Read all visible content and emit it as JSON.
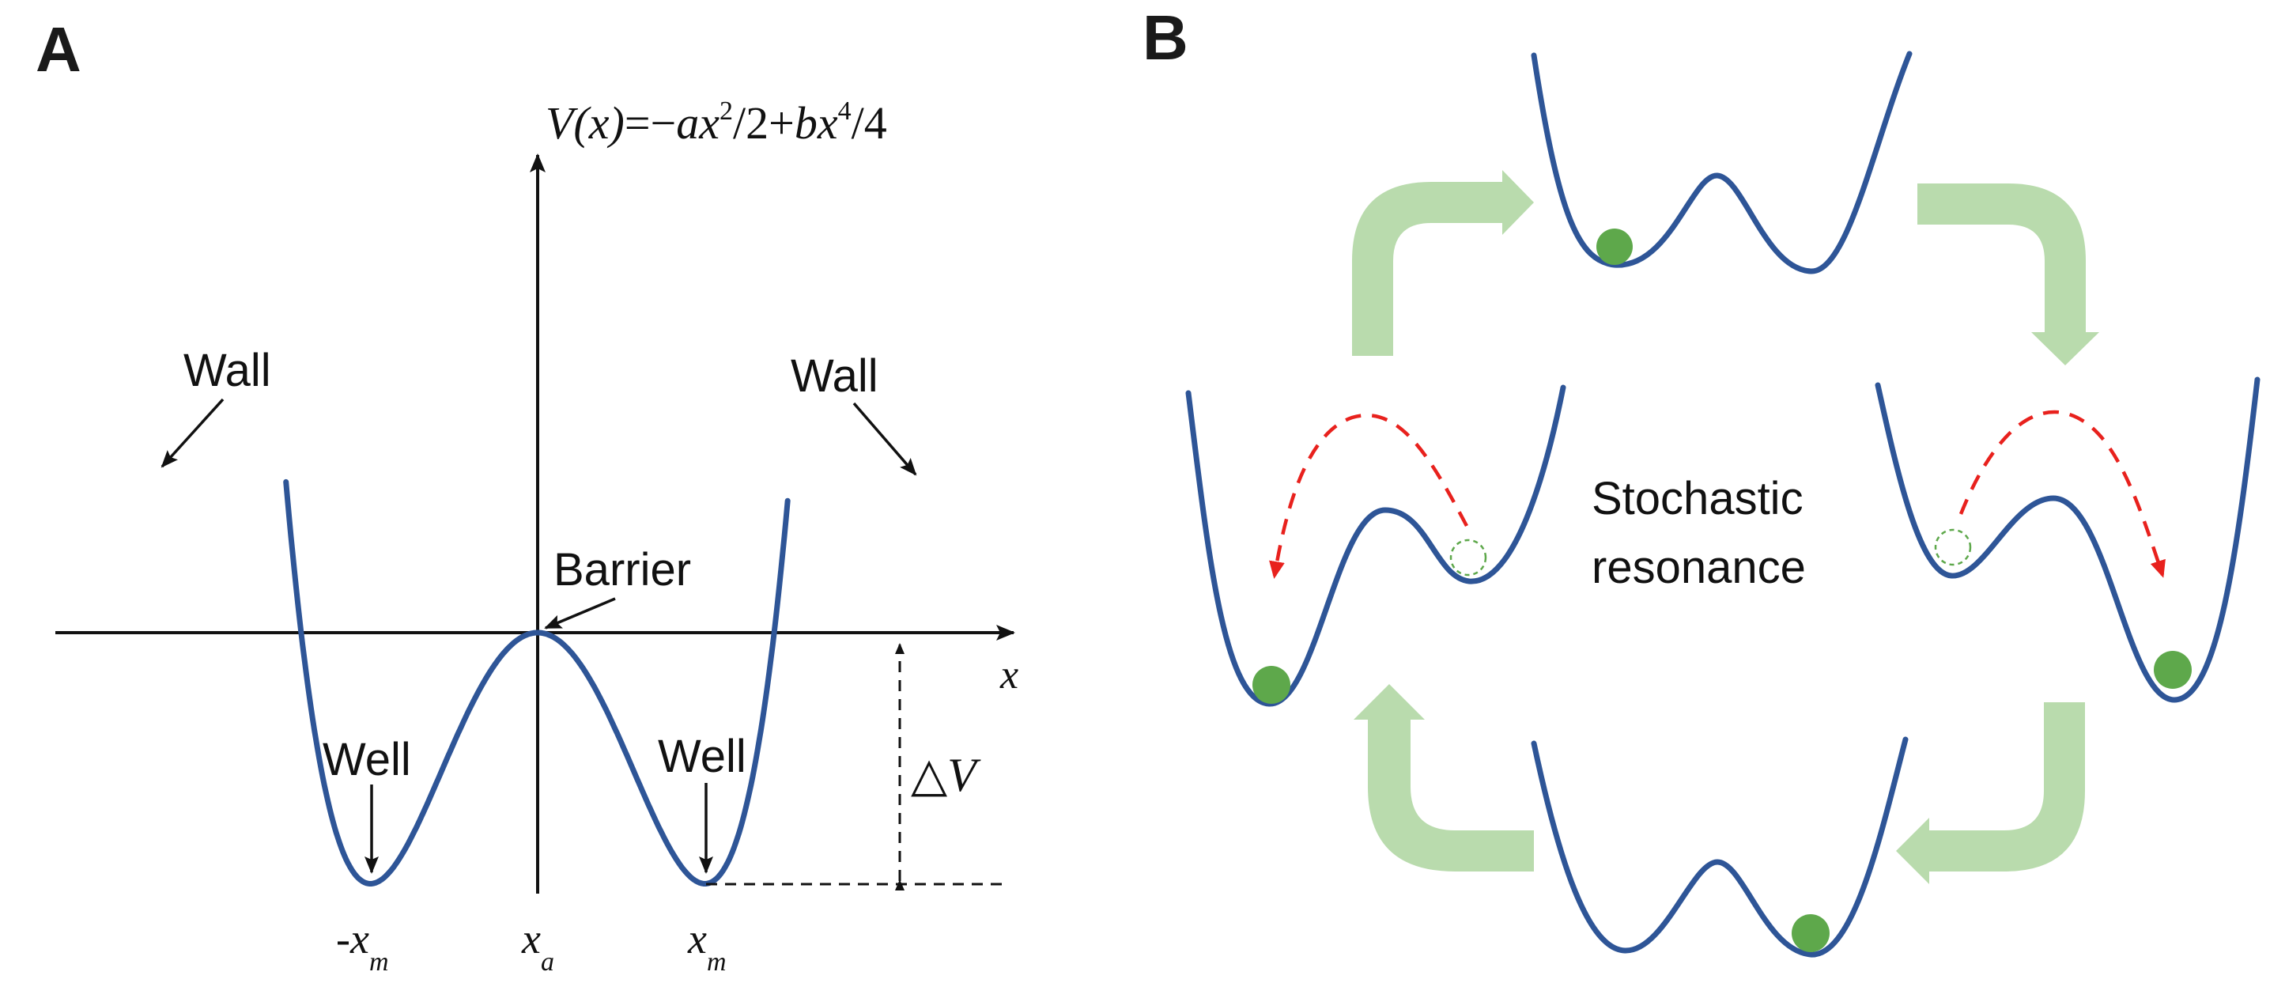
{
  "panel_a": {
    "letter": "A",
    "formula": {
      "lhs": "V(x)",
      "eq": "=",
      "minus": "−",
      "a": "ax",
      "a_exp": "2",
      "a_div": "/2",
      "plus": "+",
      "b": "bx",
      "b_exp": "4",
      "b_div": "/4"
    },
    "x_axis_label": "x",
    "labels": {
      "wall_left": "Wall",
      "wall_right": "Wall",
      "barrier": "Barrier",
      "well_left": "Well",
      "well_right": "Well"
    },
    "delta_v": {
      "symbol": "△",
      "var": "V"
    },
    "ticks": {
      "left_prefix": "-x",
      "left_sub": "m",
      "center": "x",
      "center_sub": "a",
      "right": "x",
      "right_sub": "m"
    }
  },
  "panel_b": {
    "letter": "B",
    "center_line1": "Stochastic",
    "center_line2": "resonance"
  },
  "colors": {
    "curve": "#2e5597",
    "ball": "#5ea84b",
    "transition_arrow": "#e8211d",
    "cycle_arrow": "#b9dbad"
  }
}
